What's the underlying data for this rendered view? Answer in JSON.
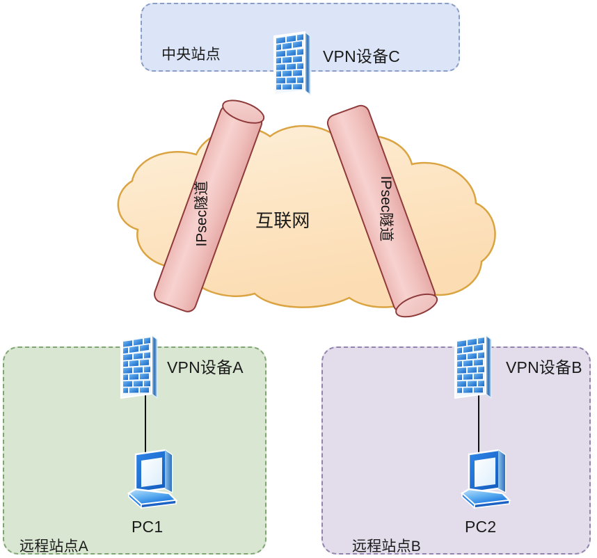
{
  "diagram": {
    "title_text_internet": "互联网",
    "sites": [
      {
        "id": "central",
        "label": "中央站点",
        "fill_color": "#dce5f7",
        "border_color": "#8a9dc4",
        "device_label": "VPN设备C",
        "device_icon": "firewall-icon"
      },
      {
        "id": "remote-a",
        "label": "远程站点A",
        "fill_color": "#d9e7d2",
        "border_color": "#7fa573",
        "device_label": "VPN设备A",
        "device_icon": "firewall-icon",
        "host_label": "PC1",
        "host_icon": "laptop-icon"
      },
      {
        "id": "remote-b",
        "label": "远程站点B",
        "fill_color": "#e3ddeb",
        "border_color": "#9183ad",
        "device_label": "VPN设备B",
        "device_icon": "firewall-icon",
        "host_label": "PC2",
        "host_icon": "laptop-icon"
      }
    ],
    "cloud": {
      "label": "互联网",
      "fill_color": "#fde8cb",
      "border_color": "#d9a441"
    },
    "tunnels": [
      {
        "id": "tunnel-left",
        "label": "IPsec隧道",
        "fill_color": "#f2c5c2",
        "border_color": "#8f3a3a"
      },
      {
        "id": "tunnel-right",
        "label": "IPsec隧道",
        "fill_color": "#f2c5c2",
        "border_color": "#8f3a3a"
      }
    ],
    "icons": {
      "firewall": "firewall-brick-wall-icon",
      "laptop": "laptop-computer-icon"
    }
  }
}
